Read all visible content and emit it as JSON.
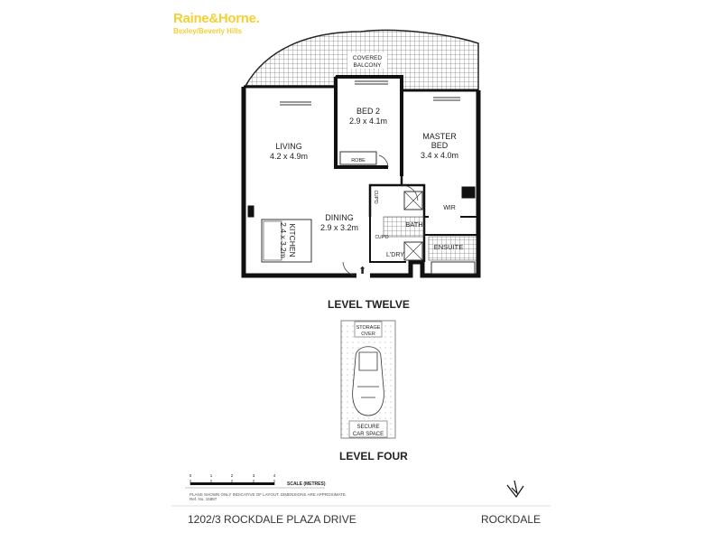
{
  "branding": {
    "brand": "Raine&Horne.",
    "office": "Bexley/Beverly Hills",
    "color": "#f5d033"
  },
  "level_twelve": {
    "title": "LEVEL TWELVE",
    "rooms": {
      "balcony": [
        "COVERED",
        "BALCONY"
      ],
      "bed2": {
        "name": "BED 2",
        "size": "2.9 x 4.1m"
      },
      "living": {
        "name": "LIVING",
        "size": "4.2 x 4.9m"
      },
      "master": {
        "name1": "MASTER",
        "name2": "BED",
        "size": "3.4 x 4.0m"
      },
      "dining": {
        "name": "DINING",
        "size": "2.9 x 3.2m"
      },
      "kitchen": {
        "name": "KITCHEN",
        "size": "2.4 x 3.2m"
      },
      "robe": "ROBE",
      "wir": "WIR",
      "bath": "BATH",
      "ensuite": "ENSUITE",
      "laundry": "L'DRY",
      "cupd1": "CUP'D",
      "cupd2": "CUP'D"
    }
  },
  "level_four": {
    "title": "LEVEL FOUR",
    "storage": [
      "STORAGE",
      "OVER"
    ],
    "car": [
      "SECURE",
      "CAR SPACE"
    ]
  },
  "scale": {
    "ticks": [
      "0",
      "1",
      "2",
      "3",
      "4"
    ],
    "label": "SCALE (METRES)"
  },
  "disclaimer": {
    "line1": "PLANS SHOWN ONLY INDICATIVE OF LAYOUT. DIMENSIONS ARE APPROXIMATE.",
    "line2": "Ref. No. 15887"
  },
  "footer": {
    "address": "1202/3 ROCKDALE PLAZA DRIVE",
    "suburb": "ROCKDALE"
  },
  "icons": {
    "compass": "north-arrow-icon",
    "entry": "entry-arrow-icon"
  }
}
